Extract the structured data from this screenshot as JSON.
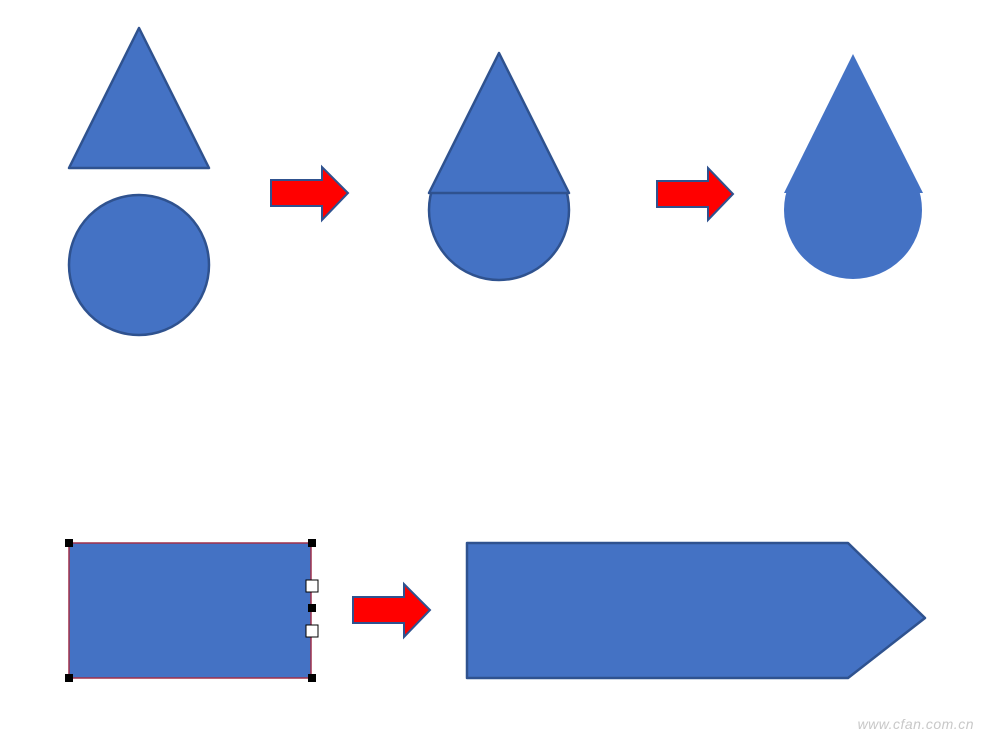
{
  "colors": {
    "shape_fill": "#4472c4",
    "shape_stroke": "#2f528f",
    "arrow_fill": "#ff0000",
    "arrow_stroke": "#2f528f",
    "selection_border": "#a0304a",
    "handle_dark": "#000000",
    "handle_light": "#ffffff",
    "watermark": "#c8c8c8"
  },
  "icons": {
    "step_arrow": "right-block-arrow",
    "selection_handle": "square-handle"
  },
  "watermark": {
    "text": "www.cfan.com.cn"
  }
}
